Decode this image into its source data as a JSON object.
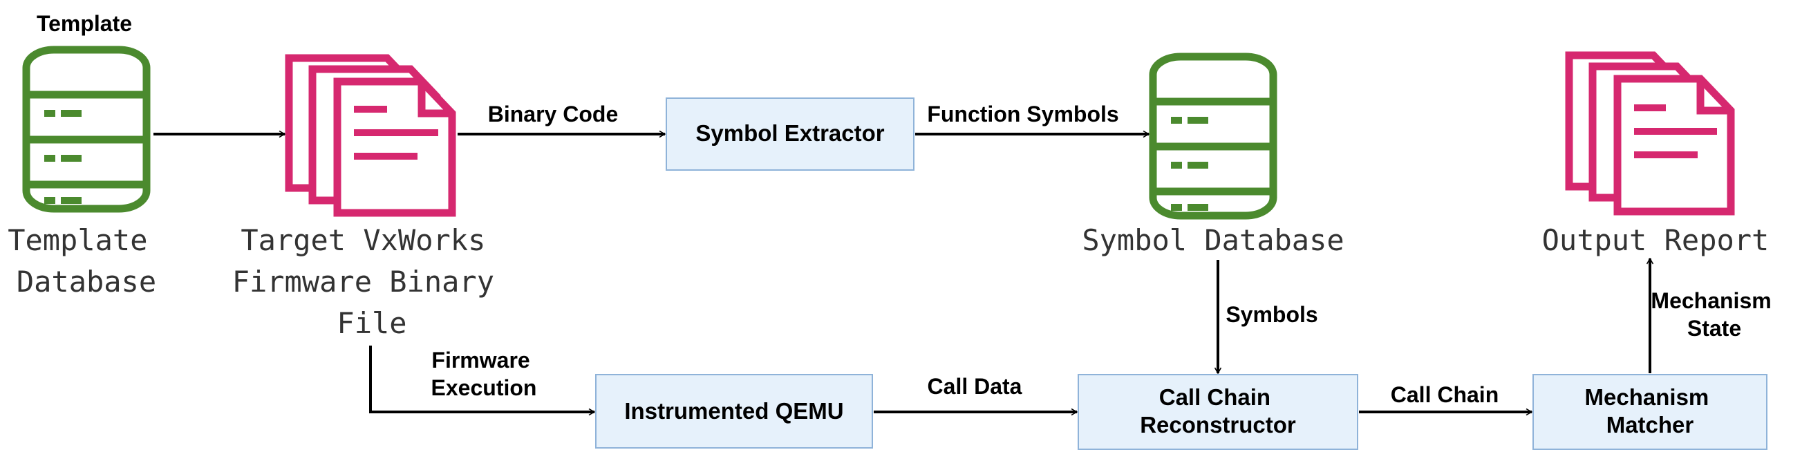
{
  "colors": {
    "database": "#4B8A2E",
    "document": "#D6286F",
    "process_box_fill": "#E6F1FB",
    "process_box_border": "#8FB3D9",
    "arrow": "#000000"
  },
  "icons": {
    "template_database": "database-icon",
    "target_firmware": "document-stack-icon",
    "symbol_database": "database-icon",
    "output_report": "document-stack-icon"
  },
  "top_label": "Template",
  "nodes": {
    "template_db": {
      "lines": [
        "Template",
        "Database"
      ]
    },
    "firmware_file": {
      "lines": [
        "Target VxWorks",
        "Firmware Binary",
        "File"
      ]
    },
    "symbol_extractor": {
      "lines": [
        "Symbol Extractor"
      ]
    },
    "symbol_db": {
      "lines": [
        "Symbol Database"
      ]
    },
    "output_report": {
      "lines": [
        "Output Report"
      ]
    },
    "instrumented_qemu": {
      "lines": [
        "Instrumented QEMU"
      ]
    },
    "call_chain_reconstructor": {
      "lines": [
        "Call Chain",
        "Reconstructor"
      ]
    },
    "mechanism_matcher": {
      "lines": [
        "Mechanism",
        "Matcher"
      ]
    }
  },
  "edges": {
    "binary_code": [
      "Binary Code"
    ],
    "function_symbols": [
      "Function Symbols"
    ],
    "symbols": [
      "Symbols"
    ],
    "firmware_execution": [
      "Firmware",
      "Execution"
    ],
    "call_data": [
      "Call Data"
    ],
    "call_chain": [
      "Call Chain"
    ],
    "mechanism_state": [
      "Mechanism",
      "State"
    ]
  }
}
